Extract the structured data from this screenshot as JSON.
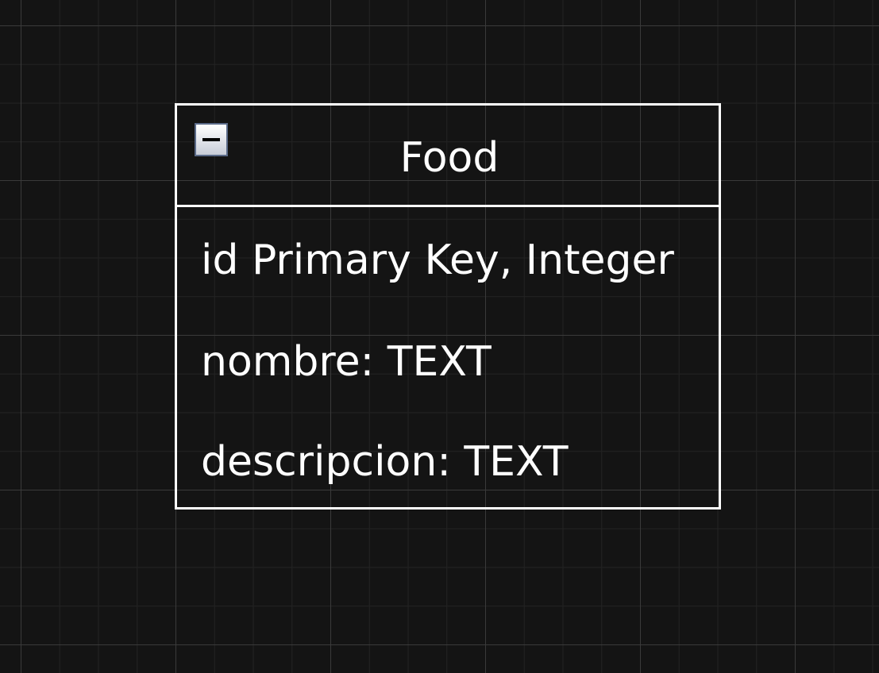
{
  "diagram": {
    "entity": {
      "title": "Food",
      "toggle_icon": "minus-icon",
      "attributes": [
        "id Primary Key, Integer",
        "nombre: TEXT",
        "descripcion: TEXT"
      ]
    },
    "colors": {
      "background": "#141414",
      "grid_major": "#3a3a3a",
      "grid_minor": "#232323",
      "stroke": "#ffffff",
      "text": "#ffffff"
    }
  }
}
